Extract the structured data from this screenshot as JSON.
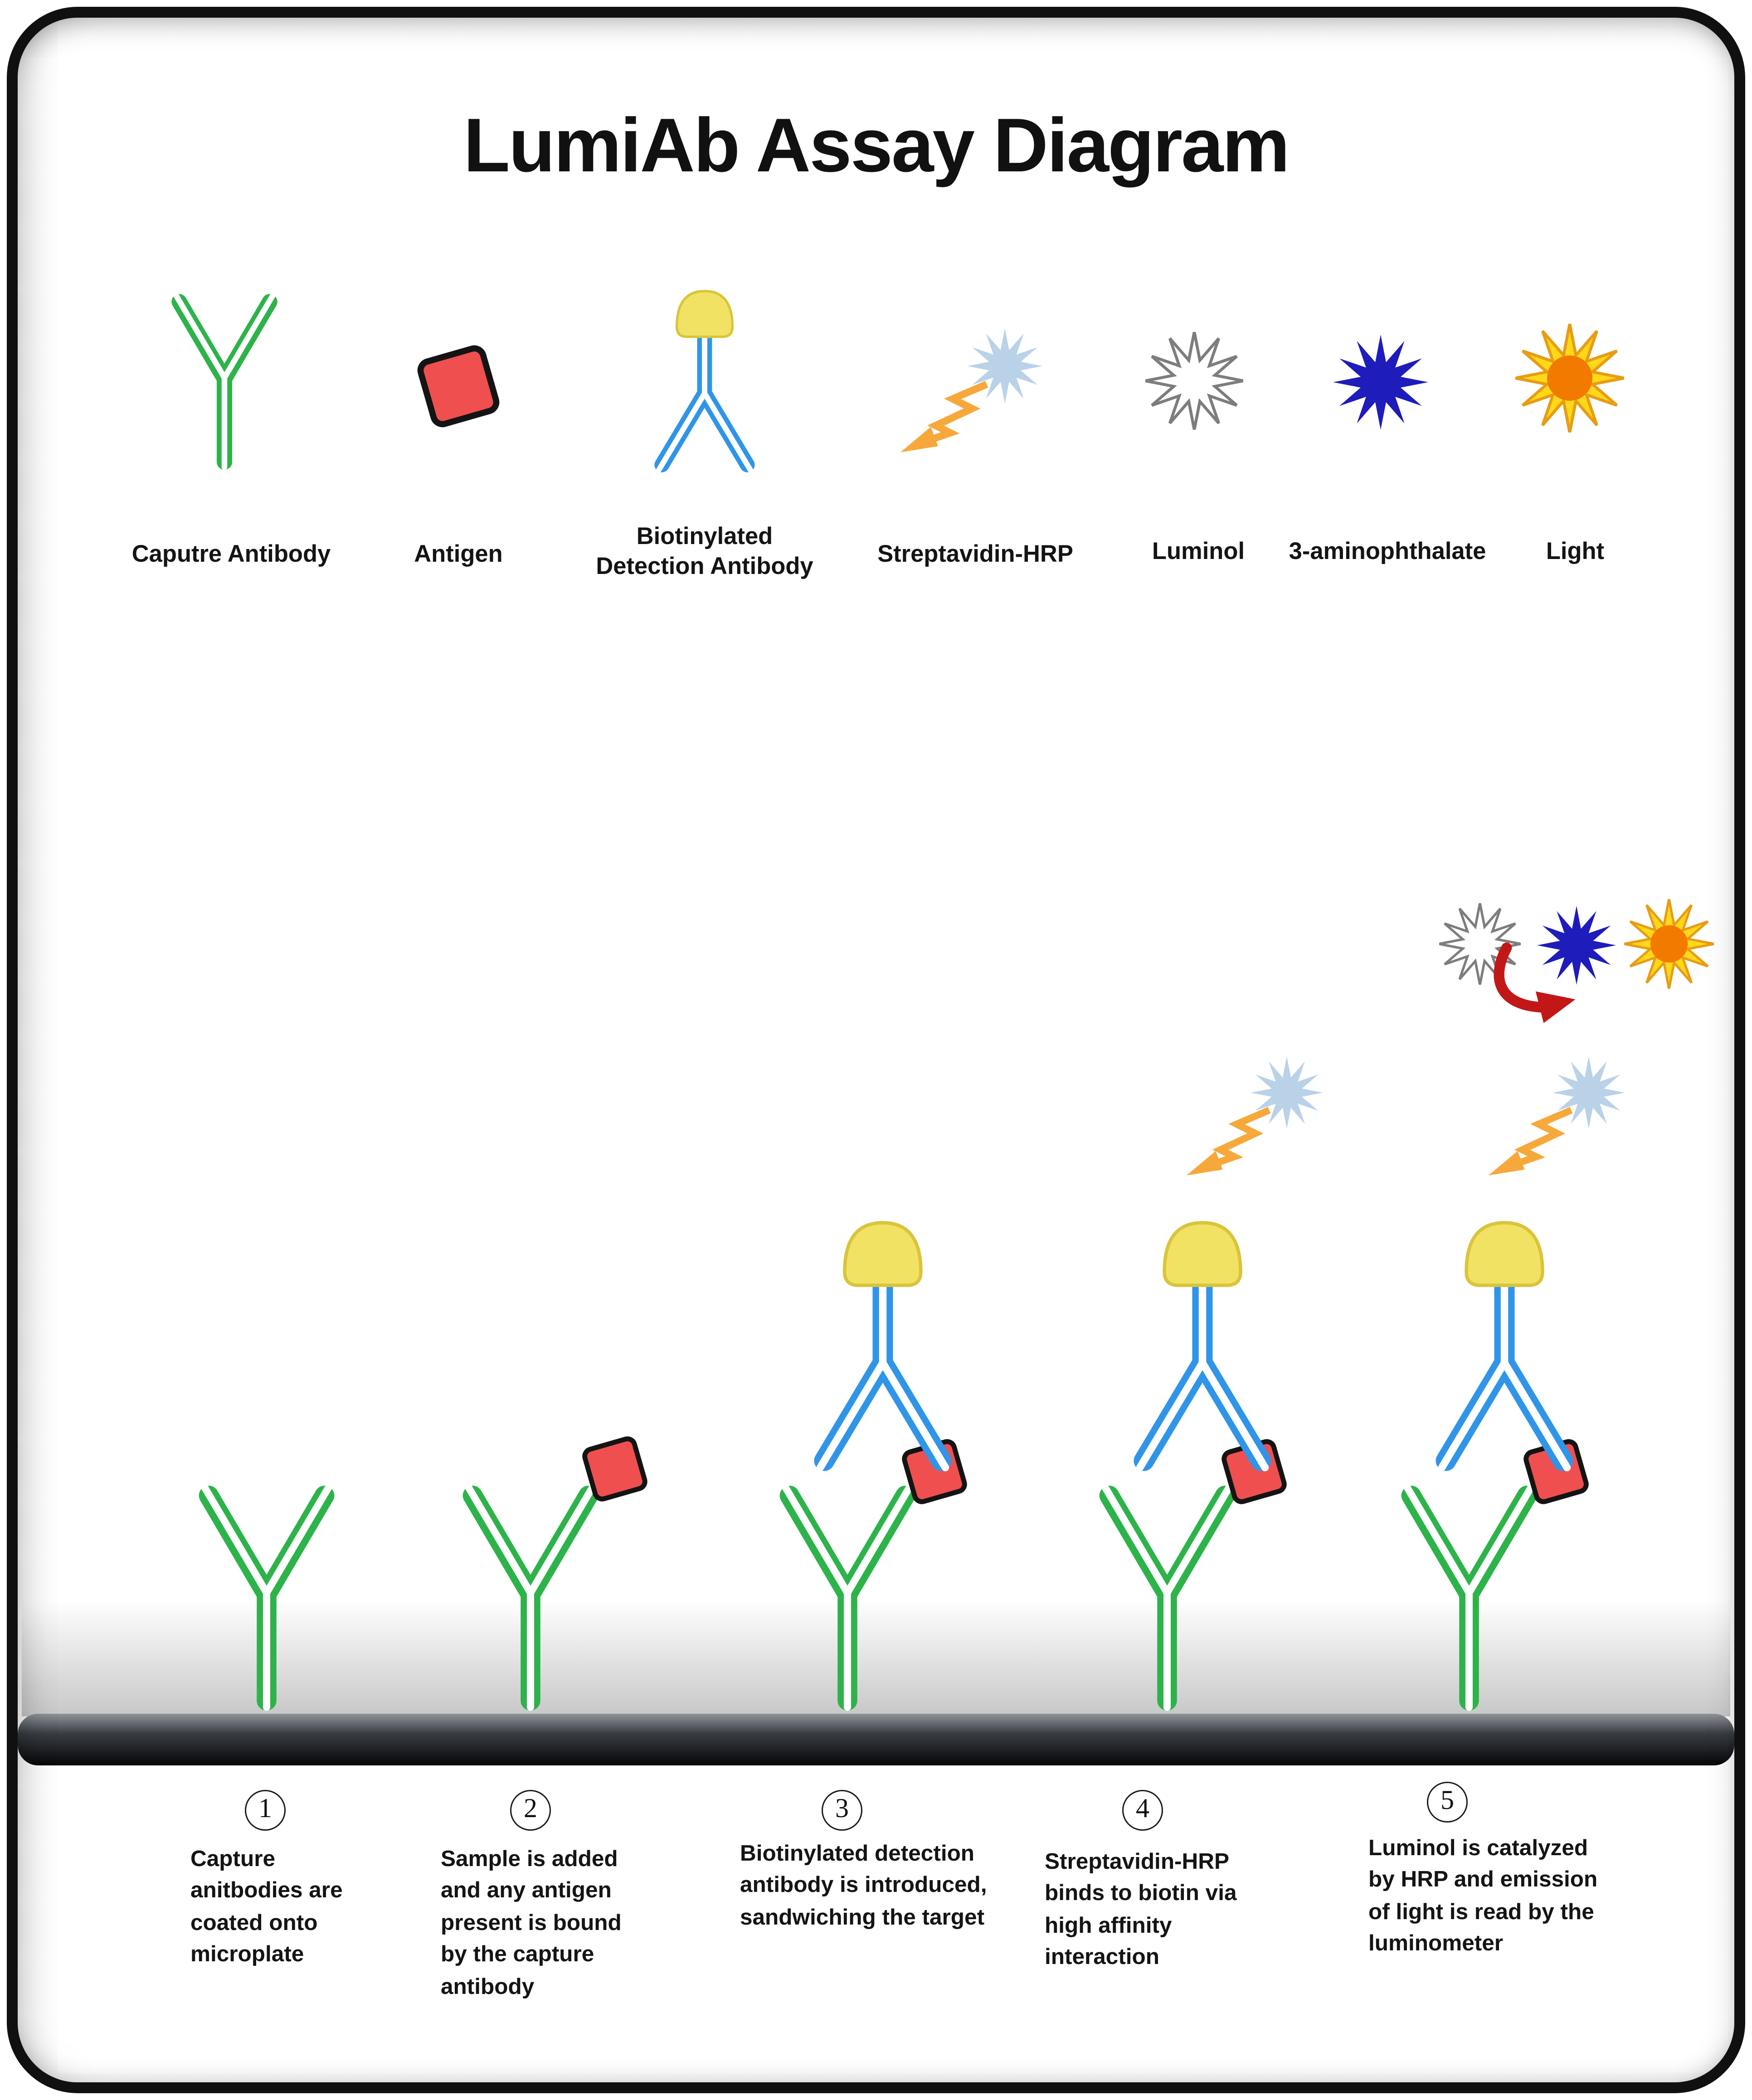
{
  "title": "LumiAb Assay Diagram",
  "legend": {
    "items": [
      {
        "icon": "capture-antibody-icon",
        "label": "Caputre Antibody"
      },
      {
        "icon": "antigen-icon",
        "label": "Antigen"
      },
      {
        "icon": "biotinylated-detection-antibody-icon",
        "lines": [
          "Biotinylated",
          "Detection Antibody"
        ]
      },
      {
        "icon": "streptavidin-hrp-icon",
        "label": "Streptavidin-HRP"
      },
      {
        "icon": "luminol-icon",
        "label": "Luminol"
      },
      {
        "icon": "aminophthalate-icon",
        "label": "3-aminophthalate"
      },
      {
        "icon": "light-icon",
        "label": "Light"
      }
    ]
  },
  "steps": [
    {
      "number": "1",
      "caption": "Capture anitbodies are coated onto microplate"
    },
    {
      "number": "2",
      "caption": "Sample is added and any antigen present is bound by the capture antibody"
    },
    {
      "number": "3",
      "caption": "Biotinylated detection antibody is introduced, sandwiching the target"
    },
    {
      "number": "4",
      "caption": "Streptavidin-HRP binds to biotin via high affinity interaction"
    },
    {
      "number": "5",
      "caption": "Luminol is catalyzed by HRP and emission of light is read by the luminometer"
    }
  ],
  "colors": {
    "capture_antibody": "#2db34a",
    "detection_antibody": "#3095e8",
    "biotin_cap": "#f2e264",
    "antigen": "#f04f4f",
    "hrp_zigzag": "#f7a83b",
    "streptavidin_star": "#b9d2e8",
    "luminol_star": "#ffffff",
    "aminophthalate_star": "#1e1cbb",
    "light_sun": "#ffd919",
    "light_core": "#f27a00",
    "reaction_arrow": "#c21717",
    "plate_dark": "#0a0a0c"
  }
}
